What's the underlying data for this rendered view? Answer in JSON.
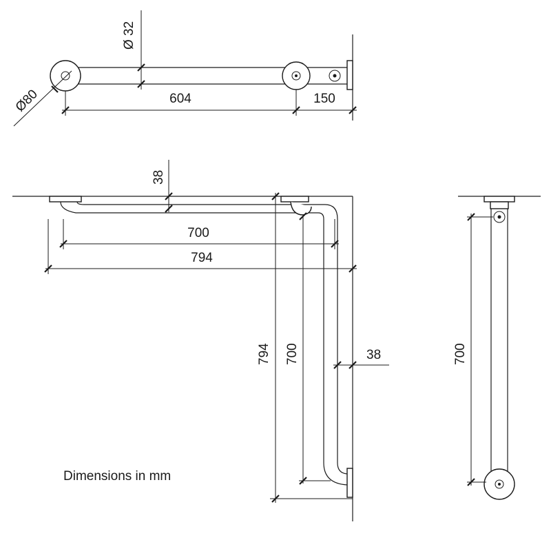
{
  "top_view": {
    "diameter_pipe": "Ø 32",
    "diameter_flange": "Ø80",
    "length_main": "604",
    "length_offset": "150"
  },
  "front_view": {
    "rail_offset": "38",
    "horizontal_inner": "700",
    "horizontal_outer": "794",
    "vertical_outer": "794",
    "vertical_inner": "700",
    "wall_offset": "38"
  },
  "side_view": {
    "vertical_length": "700"
  },
  "note": "Dimensions in mm"
}
